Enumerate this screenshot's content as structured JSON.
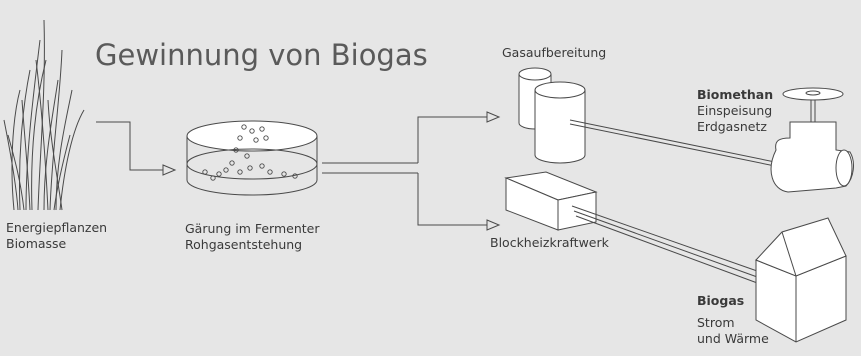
{
  "title": "Gewinnung von Biogas",
  "labels": {
    "plants_line1": "Energiepflanzen",
    "plants_line2": "Biomasse",
    "fermenter_line1": "Gärung im Fermenter",
    "fermenter_line2": "Rohgasentstehung",
    "gas_treatment": "Gasaufbereitung",
    "chp": "Blockheizkraftwerk",
    "biomethan_title": "Biomethan",
    "biomethan_line1": "Einspeisung",
    "biomethan_line2": "Erdgasnetz",
    "biogas_title": "Biogas",
    "biogas_line1": "Strom",
    "biogas_line2": "und Wärme"
  },
  "colors": {
    "background": "#e6e6e6",
    "stroke": "#4a4a4a",
    "fill": "#ffffff"
  }
}
